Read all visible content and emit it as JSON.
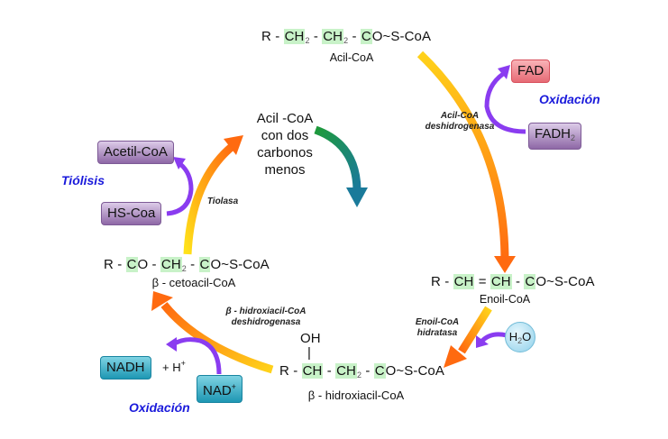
{
  "title": "Beta-oxidación de ácidos grasos",
  "molecules": {
    "acil_coa": {
      "parts": [
        "R - ",
        "CH",
        "2",
        " - ",
        "CH",
        "2",
        " - ",
        "C",
        "O~S-CoA"
      ],
      "name": "Acil-CoA"
    },
    "enoil_coa": {
      "parts": [
        "R - ",
        "CH",
        " = ",
        "CH",
        " - ",
        "C",
        "O~S-CoA"
      ],
      "name": "Enoil-CoA"
    },
    "hidroxiacil_coa": {
      "oh": "OH",
      "bond": "|",
      "parts": [
        "R - ",
        "CH",
        " - ",
        "CH",
        "2",
        " - ",
        "C",
        "O~S-CoA"
      ],
      "name": "β - hidroxiacil-CoA"
    },
    "cetoacil_coa": {
      "parts": [
        "R - ",
        "C",
        "O - ",
        "CH",
        "2",
        " - ",
        "C",
        "O~S-CoA"
      ],
      "name": "β - cetoacil-CoA"
    }
  },
  "center_label": [
    "Acil -CoA",
    "con dos",
    "carbonos",
    "menos"
  ],
  "enzymes": {
    "acil_coa_deshidrogenasa": [
      "Acil-CoA",
      "deshidrogenasa"
    ],
    "enoil_coa_hidratasa": [
      "Enoil-CoA",
      "hidratasa"
    ],
    "hidroxiacil_deshidrogenasa": [
      "β - hidroxiacil-CoA",
      "deshidrogenasa"
    ],
    "tiolasa": [
      "Tiolasa"
    ]
  },
  "cofactors": {
    "fad": "FAD",
    "fadh2": {
      "main": "FADH",
      "sub": "2"
    },
    "h2o": {
      "h": "H",
      "sub": "2",
      "o": "O"
    },
    "nad": {
      "main": "NAD",
      "sup": "+"
    },
    "nadh": "NADH",
    "h_plus": {
      "main": "+ H",
      "sup": "+"
    },
    "hs_coa": "HS-Coa",
    "acetil_coa": "Acetil-CoA"
  },
  "processes": {
    "oxidacion_1": "Oxidación",
    "oxidacion_2": "Oxidación",
    "tiolisis": "Tiólisis"
  },
  "colors": {
    "highlight": "#c8f2c8",
    "process_text": "#1a1adb",
    "arrow_yellow": "#ffd21a",
    "arrow_orange": "#ff6a10",
    "cofactor_arrow": "#8a3cf0",
    "center_arrow_start": "#1e9a3a",
    "center_arrow_end": "#1a7a9a"
  }
}
